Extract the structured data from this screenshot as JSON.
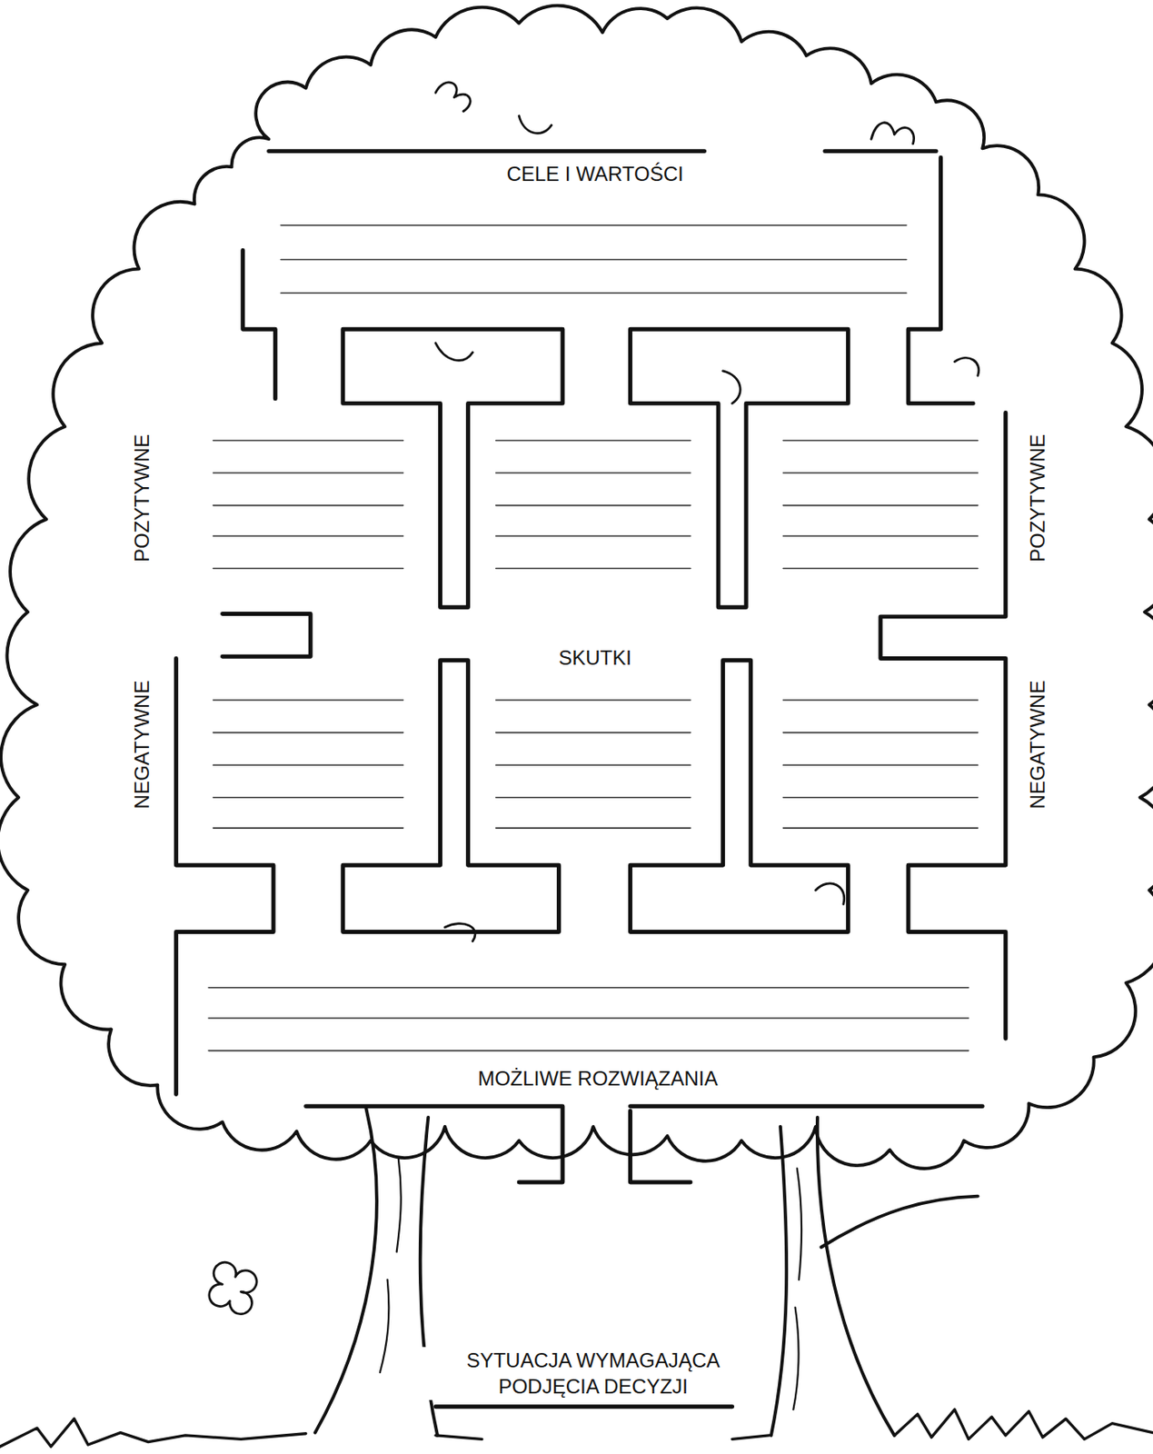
{
  "diagram": {
    "nodes": [
      {
        "text": [
          "CELE I WARTOŚCI"
        ]
      },
      {
        "text": [
          "POZYTYWNE"
        ]
      },
      {
        "text": [
          "POZYTYWNE"
        ]
      },
      {
        "text": [
          "NEGATYWNE"
        ]
      },
      {
        "text": [
          "NEGATYWNE"
        ]
      },
      {
        "text": [
          "MOŻLIWE ROZWIĄZANIA"
        ]
      },
      {
        "text": [
          "SYTUACJA WYMAGAJĄCA PODJĘCIA DECYZJI"
        ]
      }
    ],
    "labels": [
      "SKUTKI"
    ]
  }
}
